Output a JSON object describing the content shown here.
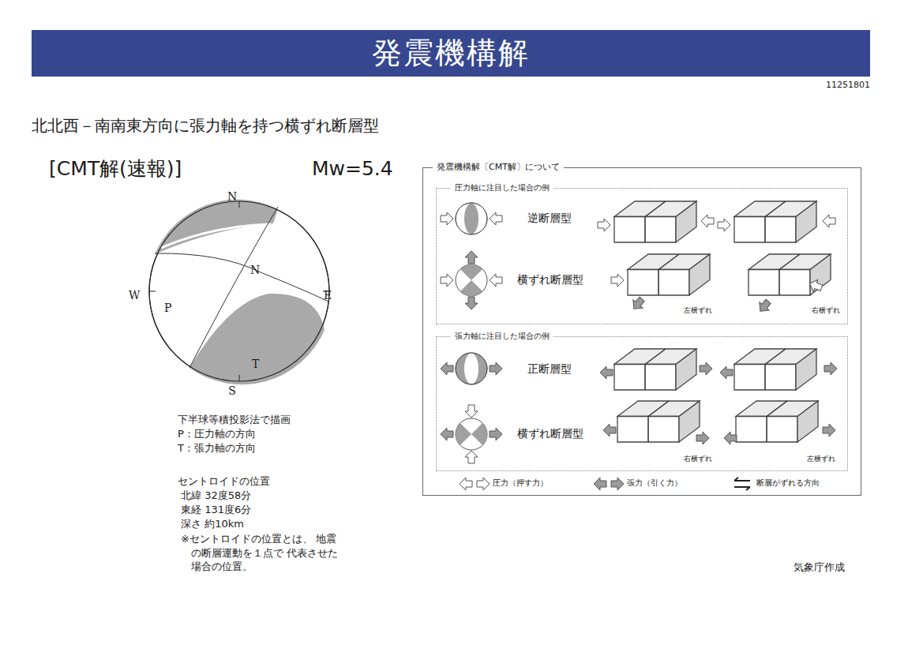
{
  "diagram": {
    "title": "発震機構解",
    "nodes": [
      {
        "text": [
          "発震機構解〔CMT解〕について"
        ]
      },
      {
        "text": [
          "圧力軸に注目した場合の例"
        ],
        "in": 0
      },
      {
        "text": [
          "張力軸に注目した場合の例"
        ],
        "in": 0
      }
    ],
    "labels": [
      "11251801",
      "北北西－南南東方向に張力軸を持つ横ずれ断層型",
      "[CMT解(速報)]",
      "Mw=5.4",
      "N",
      "W",
      "E",
      "P",
      "N",
      "T",
      "S",
      "下半球等積投影法で描画",
      "P：圧力軸の方向",
      "T：張力軸の方向",
      "セントロイドの位置",
      "北緯 32度58分",
      "東経 131度6分",
      "深さ 約10km",
      "※セントロイドの位置とは、 地震の断層運動を１点で 代表させた場合の位置。",
      "逆断層型",
      "横ずれ断層型",
      "左横ずれ",
      "右横ずれ",
      "正断層型",
      "横ずれ断層型",
      "右横ずれ",
      "左横ずれ",
      "気象庁作成"
    ],
    "legend": [
      {
        "text": "圧力（押す力）"
      },
      {
        "text": "張力（引く力）"
      },
      {
        "text": "断層がずれる方向"
      }
    ]
  }
}
